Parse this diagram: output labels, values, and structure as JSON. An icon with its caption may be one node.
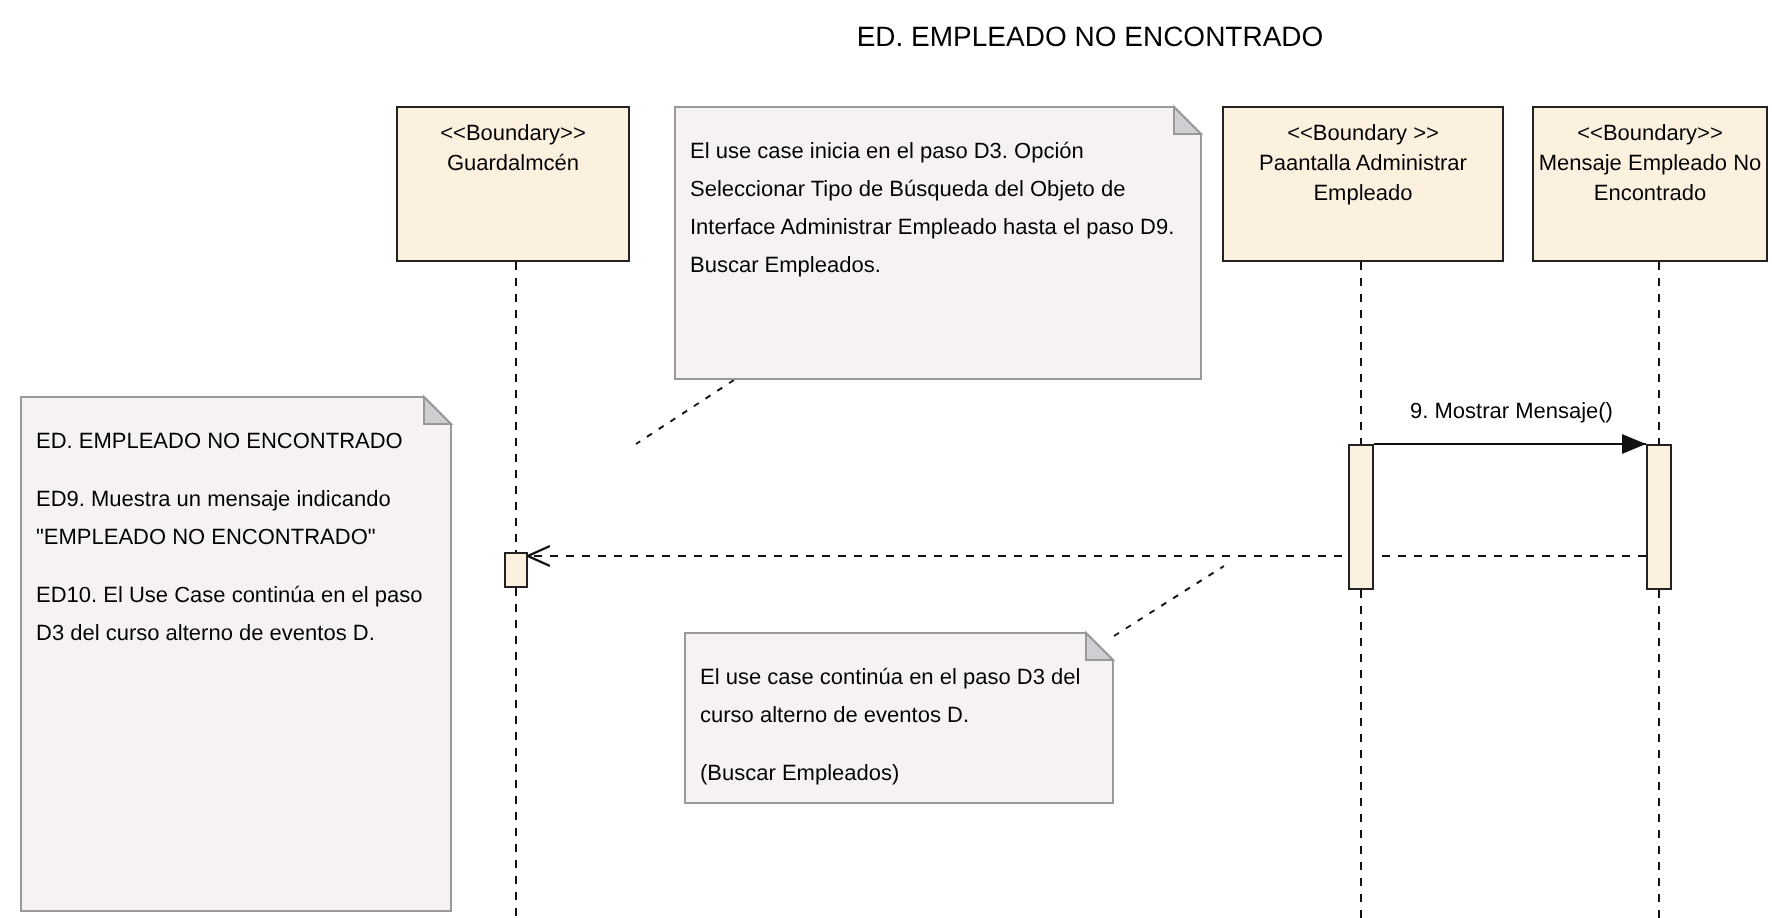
{
  "diagram": {
    "title": "ED. EMPLEADO NO ENCONTRADO",
    "nodes": [
      {
        "text": [
          "<<Boundary>>",
          "Guardalmcén"
        ]
      },
      {
        "text": [
          "El use case inicia en el paso D3. Opción Seleccionar Tipo de Búsqueda del Objeto de Interface Administrar Empleado hasta el paso D9. Buscar Empleados."
        ]
      },
      {
        "text": [
          "<<Boundary >>",
          "Paantalla Administrar Empleado"
        ]
      },
      {
        "text": [
          "<<Boundary>>",
          "Mensaje Empleado No Encontrado"
        ]
      },
      {
        "text": [
          "ED. EMPLEADO NO ENCONTRADO",
          "ED9. Muestra un mensaje indicando \"EMPLEADO NO ENCONTRADO\"",
          "ED10. El Use Case continúa en el paso D3 del curso alterno de eventos D."
        ]
      },
      {
        "text": [
          "El use case continúa en el paso D3 del curso alterno de eventos D.",
          "(Buscar Empleados)"
        ]
      },
      {
        "text": [],
        "shape": "bar"
      },
      {
        "text": [],
        "shape": "bar"
      },
      {
        "text": [],
        "shape": "bar"
      }
    ],
    "edges": [
      {
        "from": 7,
        "to": 8,
        "label": "9. Mostrar Mensaje()",
        "arrow": "to"
      },
      {
        "from": 8,
        "to": 6,
        "arrow": "to",
        "style": "dashed"
      },
      {
        "from": 1,
        "to": null,
        "arrow": "none",
        "style": "dashed"
      },
      {
        "from": 5,
        "to": null,
        "arrow": "none",
        "style": "dashed"
      },
      {
        "from": 0,
        "to": 6,
        "arrow": "none",
        "style": "dashed"
      },
      {
        "from": 2,
        "to": 7,
        "arrow": "none",
        "style": "dashed"
      },
      {
        "from": 3,
        "to": 8,
        "arrow": "none",
        "style": "dashed"
      },
      {
        "from": 6,
        "to": null,
        "arrow": "none",
        "style": "dashed"
      },
      {
        "from": 7,
        "to": null,
        "arrow": "none",
        "style": "dashed"
      },
      {
        "from": 8,
        "to": null,
        "arrow": "none",
        "style": "dashed"
      }
    ]
  }
}
